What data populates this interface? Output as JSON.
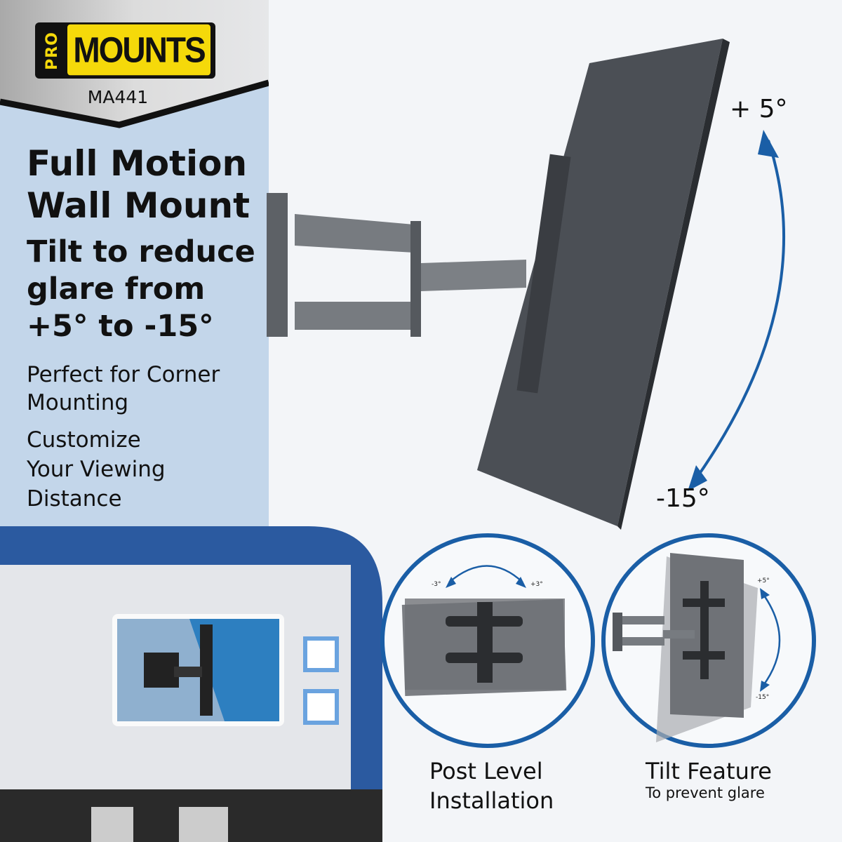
{
  "brand": {
    "logo_small": "PRO",
    "logo_main": "MOUNTS",
    "model": "MA441"
  },
  "headline": {
    "title_line1": "Full Motion",
    "title_line2": "Wall Mount",
    "subtitle_line1": "Tilt to reduce",
    "subtitle_line2": "glare from",
    "subtitle_line3": "+5° to -15°"
  },
  "features": [
    {
      "line1": "Perfect for Corner",
      "line2": "Mounting"
    },
    {
      "line1": "Customize",
      "line2": "Your Viewing",
      "line3": "Distance"
    }
  ],
  "main_tilt": {
    "up": "+ 5°",
    "down": "-15°"
  },
  "insets": [
    {
      "title_line1": "Post Level",
      "title_line2": "Installation",
      "left": "-3°",
      "right": "+3°"
    },
    {
      "title": "Tilt Feature",
      "subtitle": "To prevent glare",
      "up": "+5°",
      "down": "-15°"
    }
  ],
  "colors": {
    "accent": "#1a5ea6",
    "logo_yellow": "#f5d90a",
    "panel": "#c3d6ea"
  }
}
